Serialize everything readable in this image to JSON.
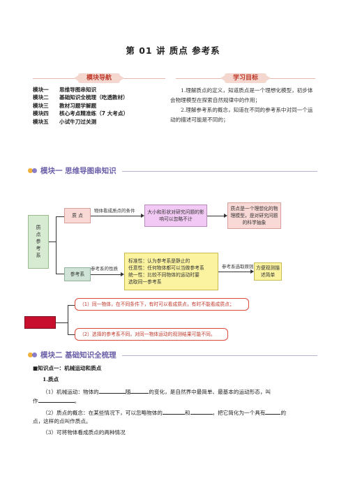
{
  "title": "第 01 讲  质点  参考系",
  "nav": {
    "banner": "模块导航",
    "items": [
      {
        "key": "模块一",
        "text": "思维导图串知识"
      },
      {
        "key": "模块二",
        "text": "基础知识全梳理（吃透教材）"
      },
      {
        "key": "模块三",
        "text": "教材习题学解题"
      },
      {
        "key": "模块四",
        "text": "核心考点精准练（7 大考点）"
      },
      {
        "key": "模块五",
        "text": "小试牛刀过关测"
      }
    ]
  },
  "goals": {
    "banner": "学习目标",
    "items": [
      "1.理解质点的定义，知道质点是一个理想化模型，初步体会物理模型在探索自然规律中的作用；",
      "2.理解参考系的概念，知道在不同的参考系中对同一个运动的描述可能是不同的；"
    ]
  },
  "section1": "模块一  思维导图串知识",
  "mindmap": {
    "root": "质点参考系",
    "zhidian": "质  点",
    "cankaoxi": "参考系",
    "cond_label": "物体看成质点的条件",
    "cond_box": "大小和形状对研究问题的影响可以忽略不计",
    "model_box": "质点是一个理想化的物理模型，是对研究问题的科学抽象",
    "prop_label": "参考系的性质",
    "prop_lines": [
      "标准性：认为参考系是静止的",
      "任意性：任何物体都可以当做参考系",
      "统一性：比较不同物体的运动时要",
      "选取同一参考系"
    ],
    "principle_label": "参考系选取原则",
    "principle_box": "方便观测描述简单",
    "note1": "（1）同一物体，在不同条件下，有时可以看成质点，有时不能看成质点；",
    "note2": "（2）选择的参考系不同，对同一物体运动的观测结果可能不同。"
  },
  "section2": "模块二  基础知识全梳理",
  "kp1": "■知识点一：机械运动和质点",
  "h1": "1.质点",
  "p1a": "（1）机械运动：物体的",
  "p1b": "随",
  "p1c": "的变化，是自然界中最简单、最基本的运动形态，叫",
  "p1d": "作",
  "p1e": "。",
  "p2a": "（2）质点的概念：在某些情况下，可以忽略物体的",
  "p2b": "和",
  "p2c": "，把它简化为一个具有",
  "p2d": "的",
  "p2e": "点，这样的点叫作质点。",
  "p3": "（3）可将物体看成质点的两种情况",
  "colors": {
    "accent_purple": "#6a5fa8",
    "banner_red": "#c0392b",
    "green_box": "#d7ead2",
    "pink_box": "#f9d9d6",
    "violet_box": "#f2c9f4",
    "yellow_box": "#fbf3a0",
    "red_block": "#c8102e"
  }
}
